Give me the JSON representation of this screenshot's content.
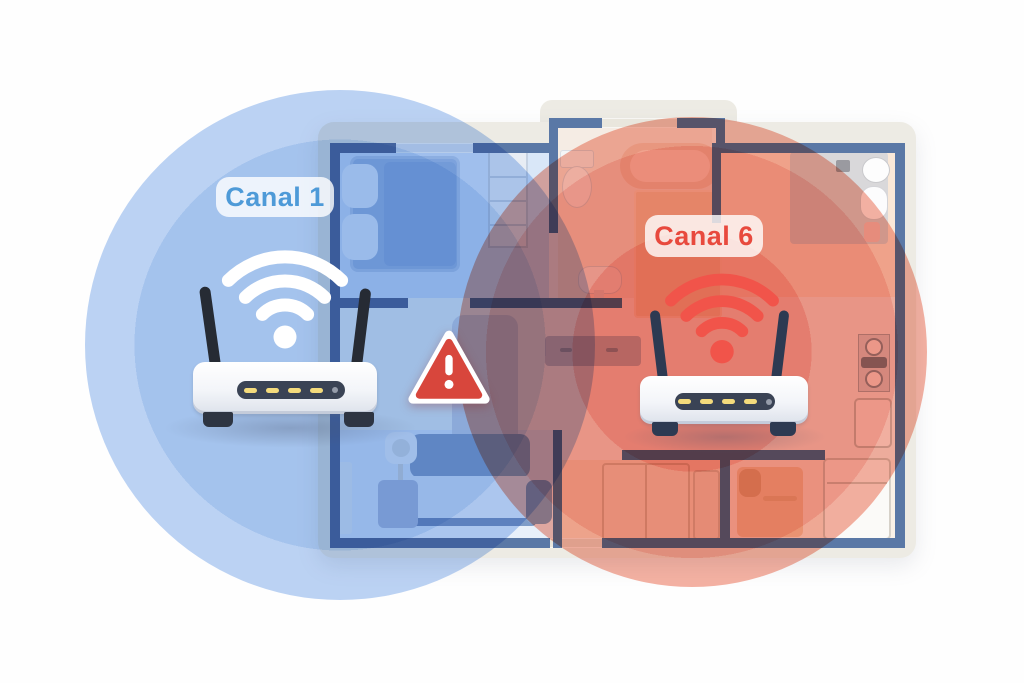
{
  "zones": {
    "left": {
      "label": "Canal 1",
      "text_color": "#4e9ad8",
      "coverage_color": "#a5c4ee"
    },
    "right": {
      "label": "Canal 6",
      "text_color": "#e8493d",
      "coverage_color": "#ec8173"
    }
  },
  "routers": {
    "left": {
      "led_count": 4
    },
    "right": {
      "led_count": 4
    }
  },
  "icons": {
    "left_wifi": "wifi-signal-white",
    "right_wifi": "wifi-signal-red",
    "warning": "warning-triangle-exclamation"
  },
  "floorplan": {
    "wall_color": "#5a78a6",
    "mat_color": "#edebe4",
    "warning_red": "#d8463c"
  }
}
